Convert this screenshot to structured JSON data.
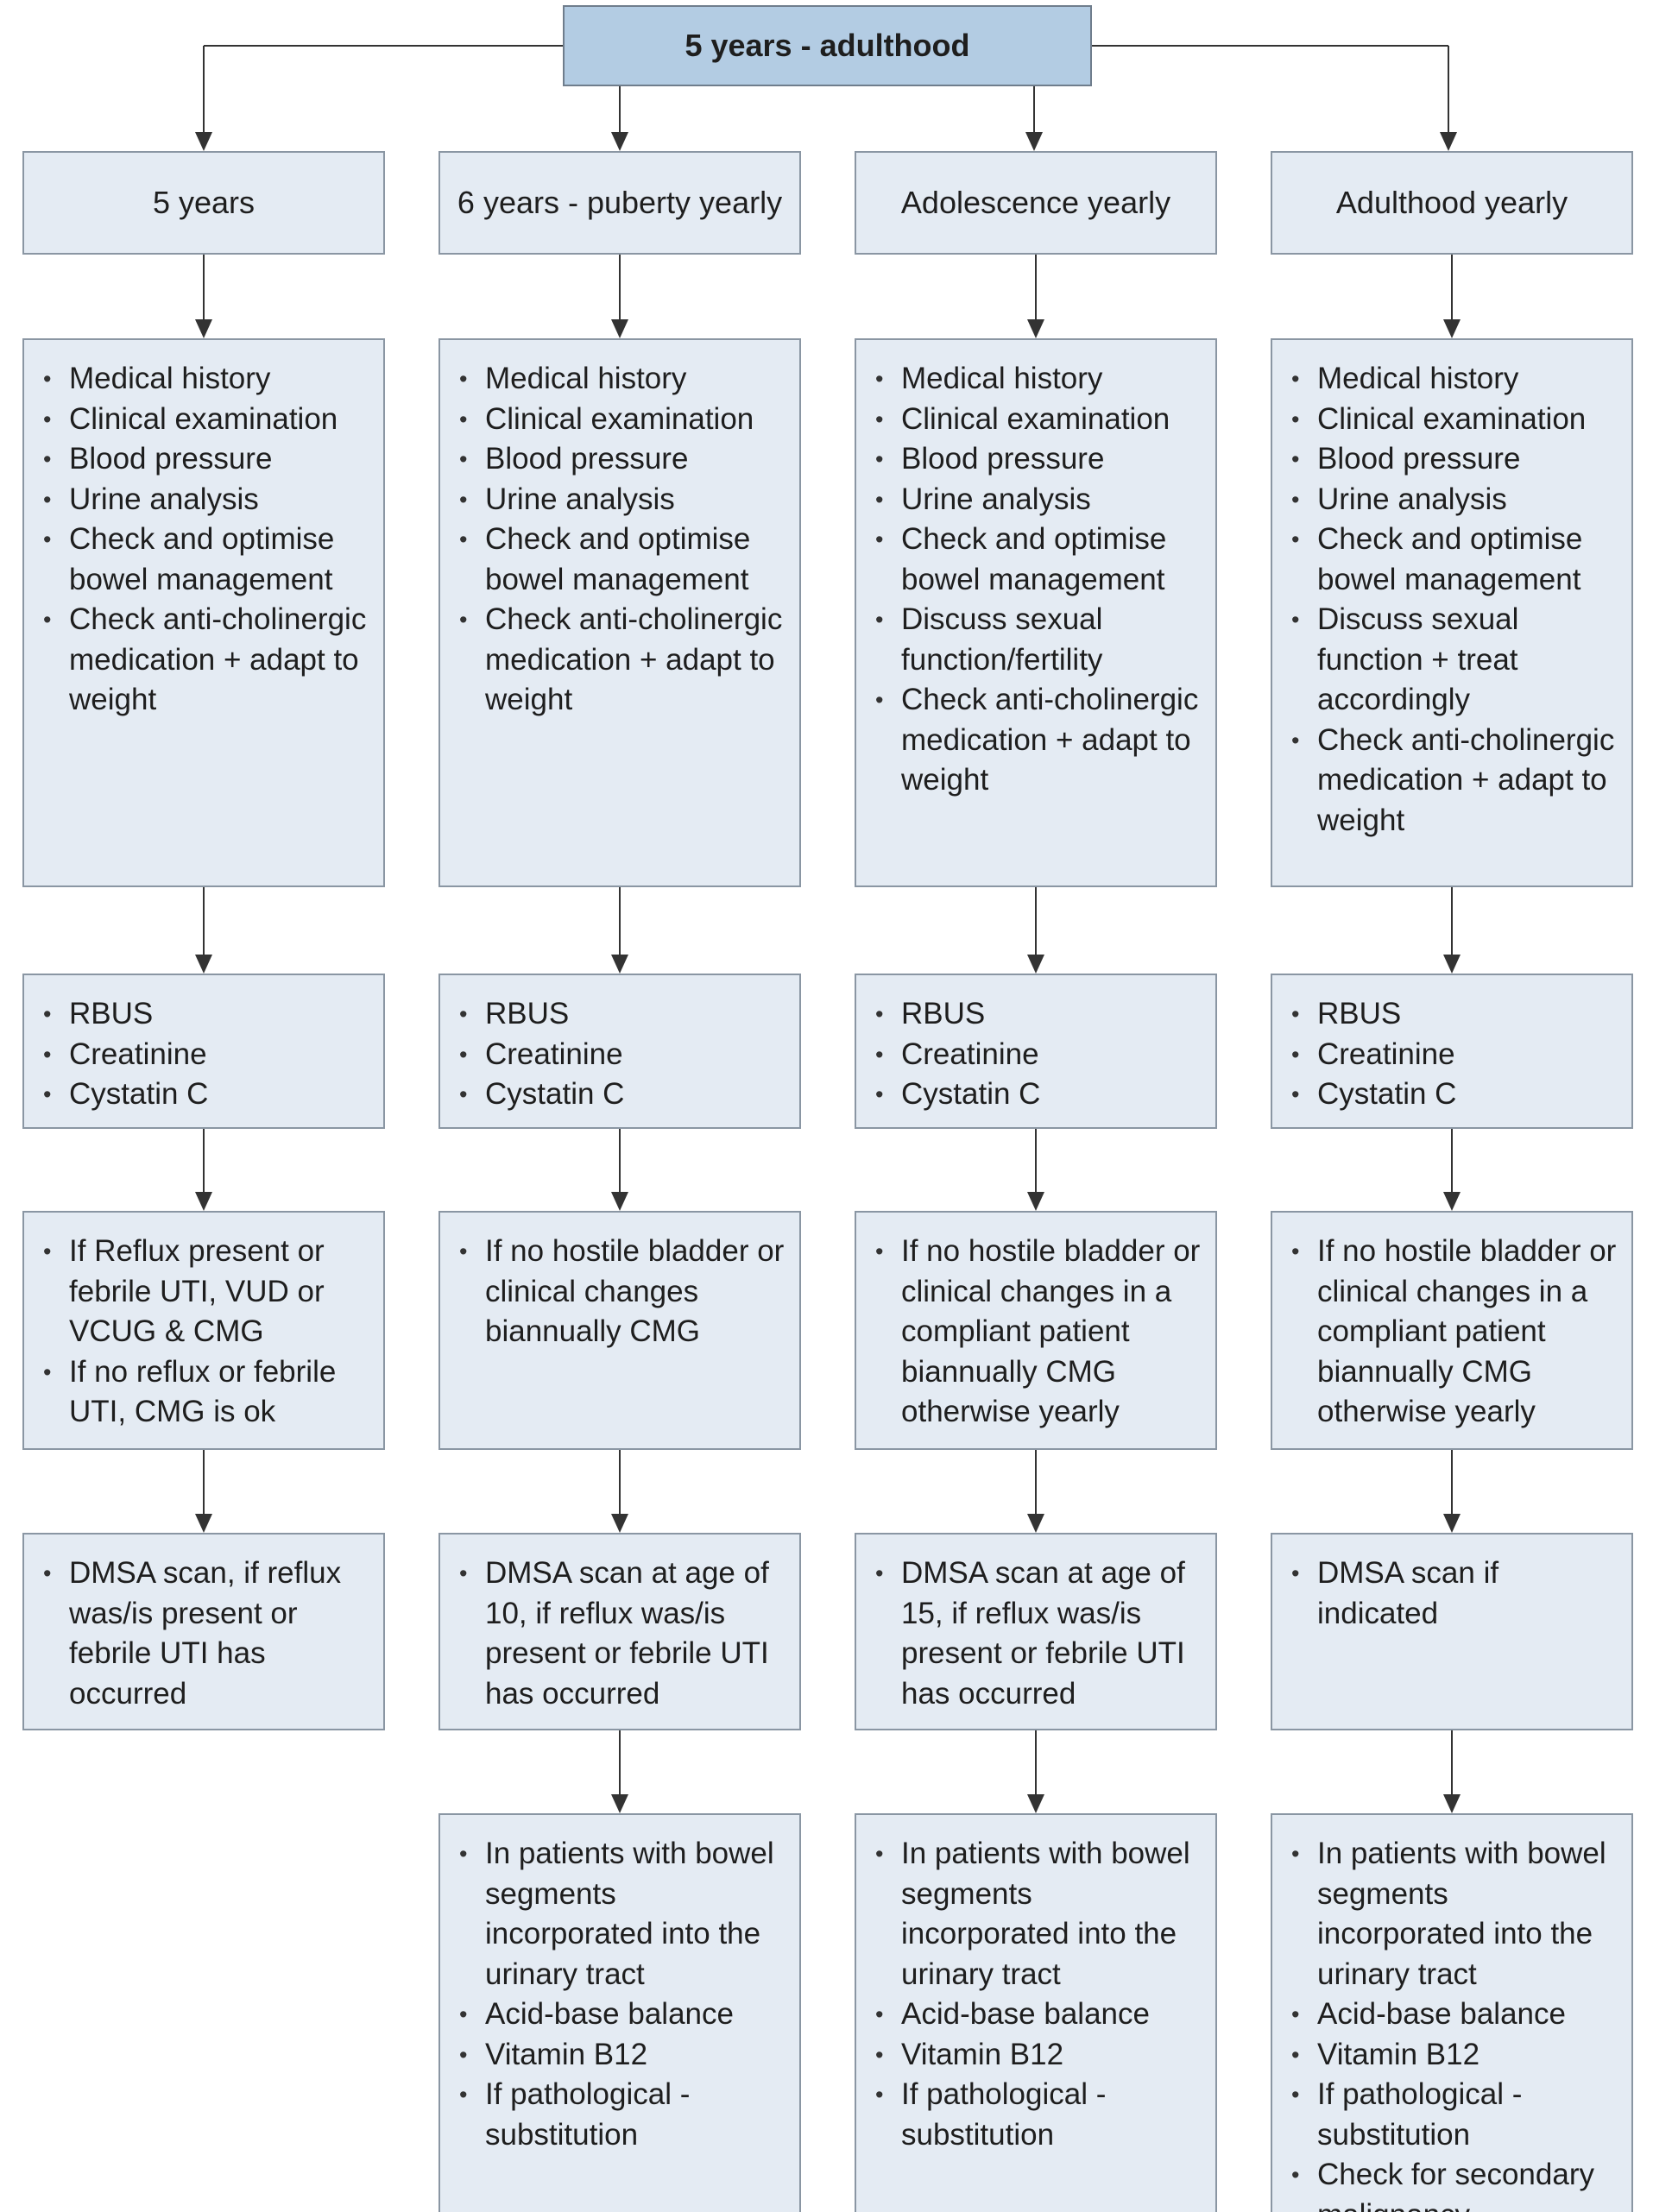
{
  "title": "5 years - adulthood",
  "columns": [
    {
      "header": "5 years",
      "rows": [
        [
          "Medical history",
          "Clinical examination",
          "Blood pressure",
          "Urine analysis",
          "Check and optimise bowel management",
          "Check anti-cholinergic medication + adapt to weight"
        ],
        [
          "RBUS",
          "Creatinine",
          "Cystatin C"
        ],
        [
          "If Reflux present or febrile UTI, VUD or VCUG & CMG",
          "If no reflux or febrile UTI, CMG is ok"
        ],
        [
          "DMSA scan, if reflux was/is present or febrile UTI has occurred"
        ]
      ]
    },
    {
      "header": "6 years - puberty yearly",
      "rows": [
        [
          "Medical history",
          "Clinical examination",
          "Blood pressure",
          "Urine analysis",
          "Check and optimise bowel management",
          "Check anti-cholinergic medication + adapt to weight"
        ],
        [
          "RBUS",
          "Creatinine",
          "Cystatin C"
        ],
        [
          "If no hostile bladder or clinical changes biannually CMG"
        ],
        [
          "DMSA scan at age of 10, if reflux was/is present or febrile UTI has occurred"
        ],
        [
          "In patients with bowel segments incorporated into the urinary tract",
          "Acid-base balance",
          "Vitamin B12",
          "If pathological - substitution"
        ]
      ]
    },
    {
      "header": "Adolescence yearly",
      "rows": [
        [
          "Medical history",
          "Clinical examination",
          "Blood pressure",
          "Urine analysis",
          "Check and optimise bowel management",
          "Discuss sexual function/fertility",
          "Check anti-cholinergic medication + adapt to weight"
        ],
        [
          "RBUS",
          "Creatinine",
          "Cystatin C"
        ],
        [
          "If no hostile bladder or clinical changes in a compliant patient biannually CMG otherwise yearly"
        ],
        [
          "DMSA scan at age of 15, if reflux was/is present or febrile UTI has occurred"
        ],
        [
          "In patients with bowel segments incorporated into the urinary tract",
          "Acid-base balance",
          "Vitamin B12",
          "If pathological - substitution"
        ]
      ]
    },
    {
      "header": "Adulthood yearly",
      "rows": [
        [
          "Medical history",
          "Clinical examination",
          "Blood pressure",
          "Urine analysis",
          "Check and optimise bowel management",
          "Discuss sexual function + treat accordingly",
          "Check anti-cholinergic medication + adapt to weight"
        ],
        [
          "RBUS",
          "Creatinine",
          "Cystatin C"
        ],
        [
          "If no hostile bladder or clinical changes in a compliant patient biannually CMG otherwise yearly"
        ],
        [
          "DMSA scan if indicated"
        ],
        [
          "In patients with bowel segments incorporated into the urinary tract",
          "Acid-base balance",
          "Vitamin B12",
          "If pathological - substitution",
          "Check for secondary malignancy"
        ]
      ]
    }
  ],
  "colors": {
    "top_fill": "#b3cce3",
    "box_fill": "#e4ebf3",
    "border": "#8a96a3",
    "connector": "#333333"
  }
}
